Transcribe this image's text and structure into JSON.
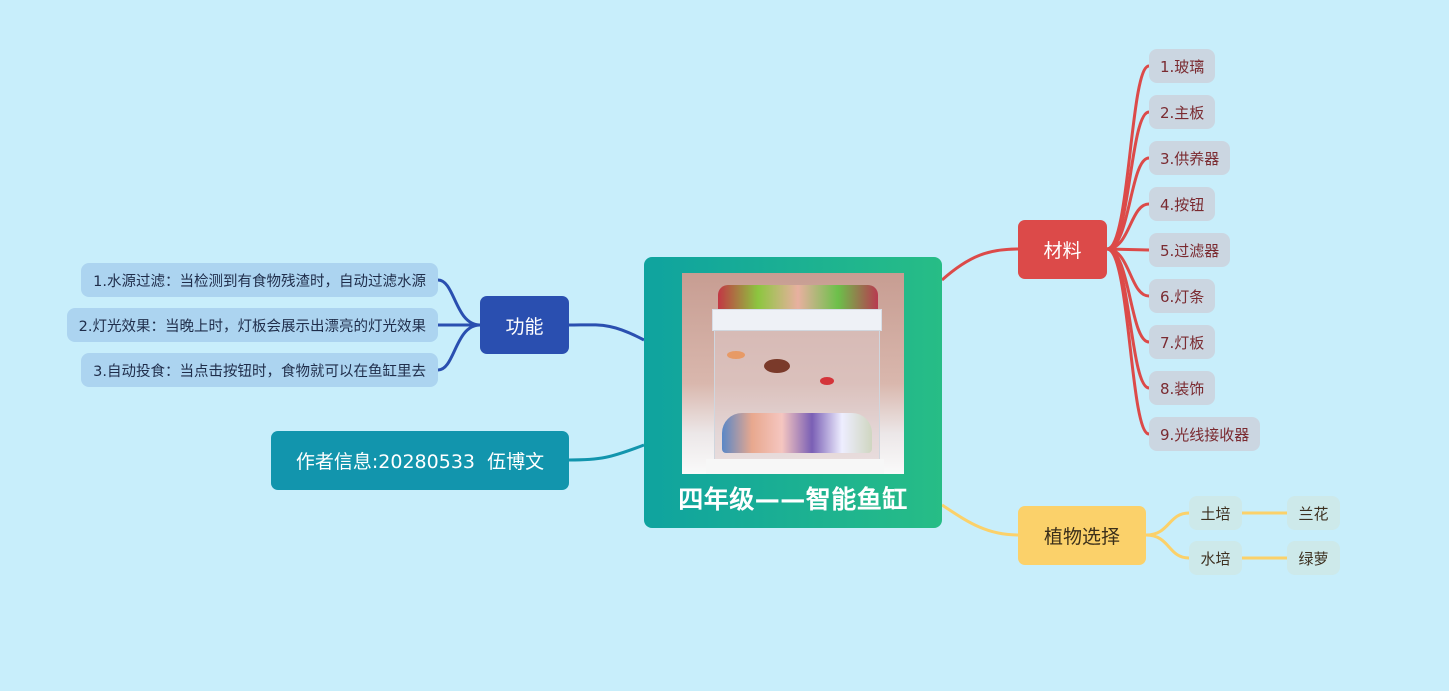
{
  "central": {
    "title": "四年级——智能鱼缸",
    "image": "smart-aquarium-photo",
    "gradient": [
      "#0fa39f",
      "#27bd86"
    ]
  },
  "branches": {
    "function": {
      "label": "功能",
      "color": "#2a4fb0",
      "items": [
        "1.水源过滤：当检测到有食物残渣时，自动过滤水源",
        "2.灯光效果：当晚上时，灯板会展示出漂亮的灯光效果",
        "3.自动投食：当点击按钮时，食物就可以在鱼缸里去"
      ]
    },
    "author": {
      "label": "作者信息:20280533  伍博文",
      "color": "#1295ad"
    },
    "materials": {
      "label": "材料",
      "color": "#dc4a49",
      "items": [
        "1.玻璃",
        "2.主板",
        "3.供养器",
        "4.按钮",
        "5.过滤器",
        "6.灯条",
        "7.灯板",
        "8.装饰",
        "9.光线接收器"
      ]
    },
    "plants": {
      "label": "植物选择",
      "color": "#fbd16a",
      "items": [
        {
          "method": "土培",
          "plant": "兰花"
        },
        {
          "method": "水培",
          "plant": "绿萝"
        }
      ]
    }
  }
}
